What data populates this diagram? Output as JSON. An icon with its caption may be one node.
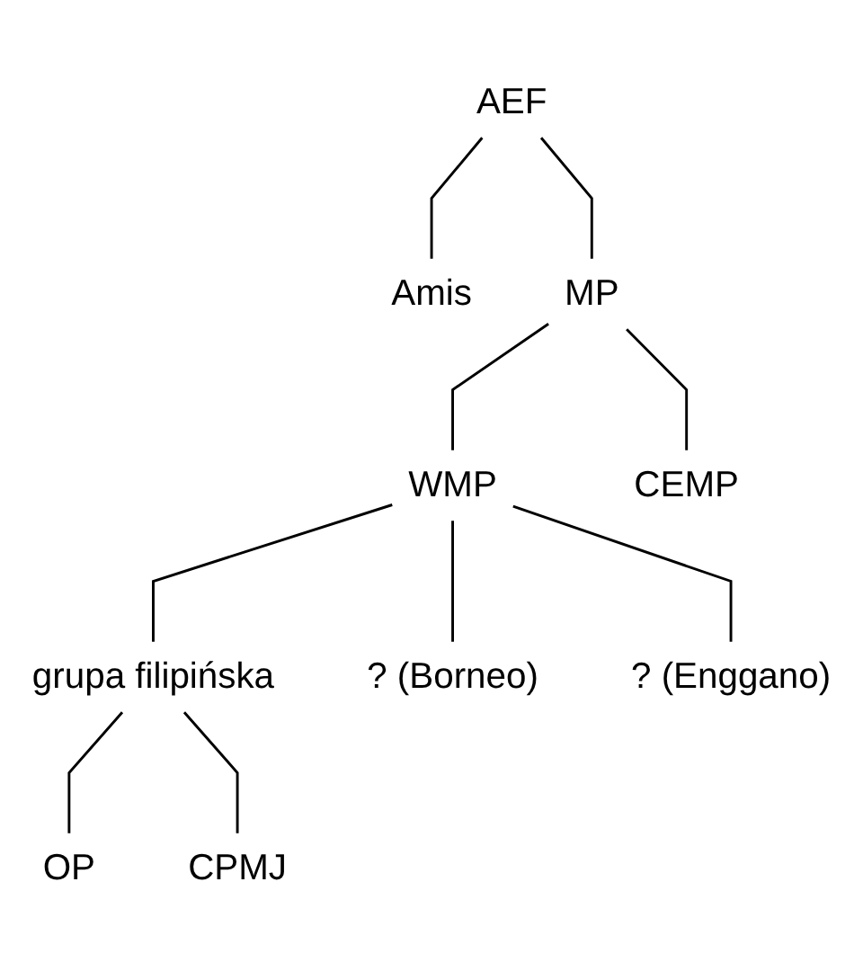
{
  "diagram": {
    "nodes": [
      {
        "text": [
          "AEF"
        ]
      },
      {
        "text": [
          "Amis"
        ]
      },
      {
        "text": [
          "MP"
        ]
      },
      {
        "text": [
          "WMP"
        ]
      },
      {
        "text": [
          "CEMP"
        ]
      },
      {
        "text": [
          "grupa filipińska"
        ]
      },
      {
        "text": [
          "? (Borneo)"
        ]
      },
      {
        "text": [
          "? (Enggano)"
        ]
      },
      {
        "text": [
          "OP"
        ]
      },
      {
        "text": [
          "CPMJ"
        ]
      }
    ],
    "edges": [
      {
        "from": 0,
        "to": 1,
        "arrow": "none"
      },
      {
        "from": 0,
        "to": 2,
        "arrow": "none"
      },
      {
        "from": 2,
        "to": 3,
        "arrow": "none"
      },
      {
        "from": 2,
        "to": 4,
        "arrow": "none"
      },
      {
        "from": 3,
        "to": 5,
        "arrow": "none"
      },
      {
        "from": 3,
        "to": 6,
        "arrow": "none"
      },
      {
        "from": 3,
        "to": 7,
        "arrow": "none"
      },
      {
        "from": 5,
        "to": 8,
        "arrow": "none"
      },
      {
        "from": 5,
        "to": 9,
        "arrow": "none"
      }
    ]
  }
}
